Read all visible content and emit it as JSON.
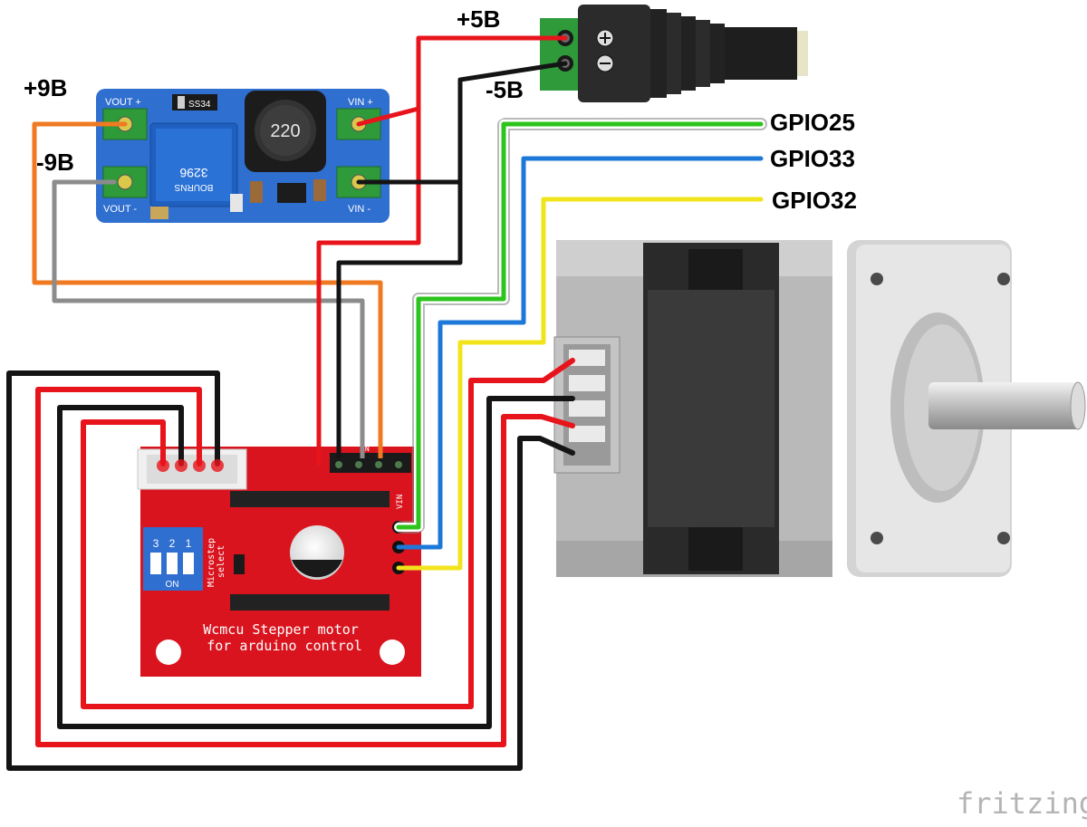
{
  "labels": {
    "plus9": "+9B",
    "minus9": "-9B",
    "plus5": "+5B",
    "minus5": "-5B",
    "gpio25": "GPIO25",
    "gpio33": "GPIO33",
    "gpio32": "GPIO32"
  },
  "boost_module": {
    "vout_plus": "VOUT +",
    "vout_minus": "VOUT -",
    "vin_plus": "VIN +",
    "vin_minus": "VIN -",
    "inductor": "220",
    "diode": "SS34",
    "pot_code": "3296",
    "pot_brand": "BOURNS"
  },
  "driver_board": {
    "title_line1": "Wcmcu Stepper motor",
    "title_line2": "for arduino control",
    "microstep_line1": "Microstep",
    "microstep_line2": "select",
    "dip_labels": [
      "3",
      "2",
      "1"
    ],
    "dip_on": "ON",
    "vin_label": "VIN",
    "gnd_label": "GN"
  },
  "branding": {
    "logo": "fritzing"
  },
  "colors": {
    "wire_red": "#e8141c",
    "wire_black": "#141414",
    "wire_orange": "#f07a22",
    "wire_gray": "#8c8c8c",
    "wire_green": "#2ec41e",
    "wire_blue": "#1e78d8",
    "wire_yellow": "#f2e41c",
    "module_blue": "#2f6fd0",
    "board_red": "#d9141e",
    "terminal_green": "#2e9a3a"
  }
}
